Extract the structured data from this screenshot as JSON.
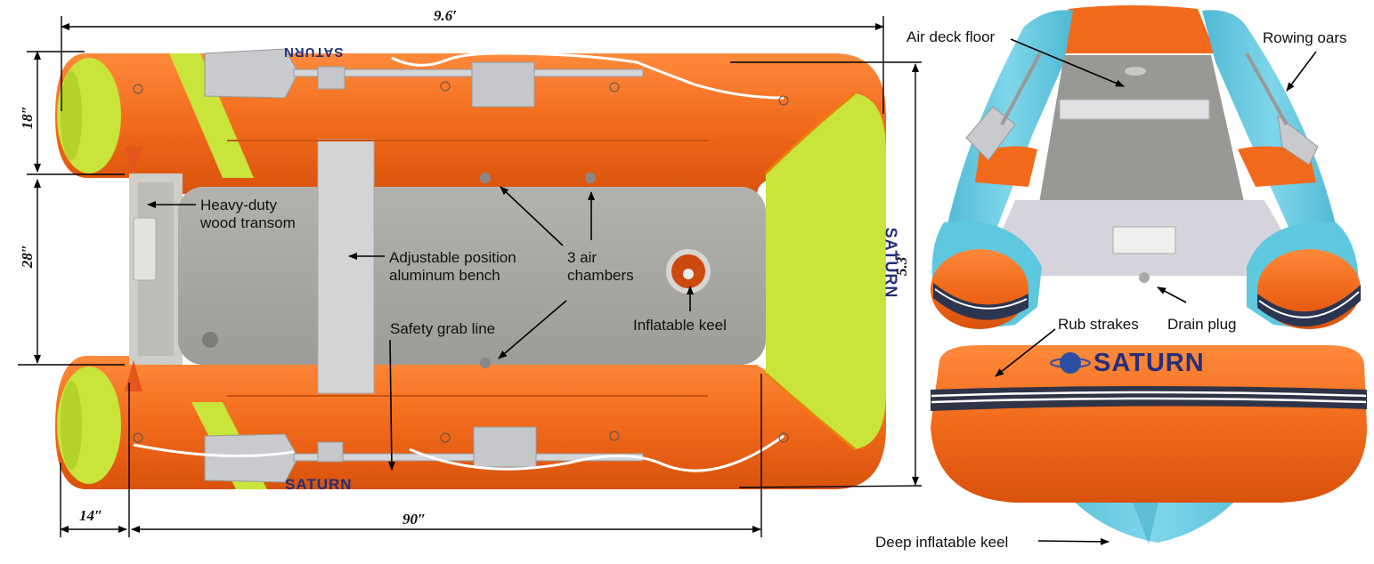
{
  "dimensions": {
    "length": "9.6′",
    "width": "5.3′",
    "tube_diameter": "18″",
    "transom_width": "28″",
    "stern_overhang": "14″",
    "interior_length": "90″"
  },
  "labels": {
    "transom": [
      "Heavy-duty",
      "wood transom"
    ],
    "bench": [
      "Adjustable position",
      "aluminum bench"
    ],
    "air_chambers": [
      "3 air",
      "chambers"
    ],
    "grab_line": "Safety grab line",
    "keel": "Inflatable keel",
    "air_deck": "Air deck floor",
    "oars": "Rowing oars",
    "rub_strakes": "Rub strakes",
    "drain_plug": "Drain plug",
    "deep_keel": "Deep inflatable keel"
  },
  "brand": "SATURN",
  "colors": {
    "tube_orange": "#f26a1b",
    "accent_green": "#c9e43a",
    "tube_blue": "#5ec8de",
    "floor_gray": "#a8a6a2",
    "bench_silver": "#d2d4d6",
    "brand_navy": "#232f7a"
  }
}
